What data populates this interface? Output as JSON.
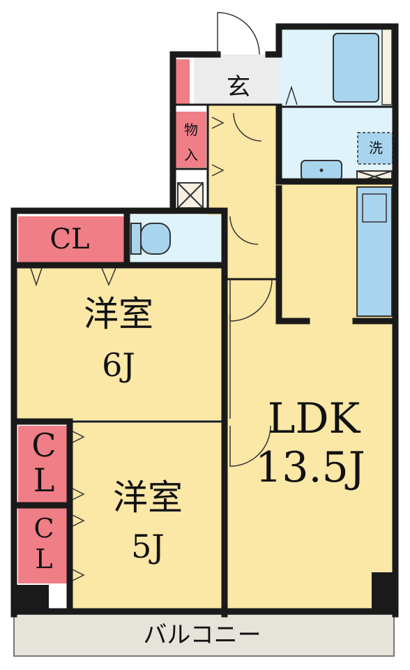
{
  "colors": {
    "room": "#fbe7a6",
    "closet": "#f07e86",
    "wet": "#dff3fb",
    "fixture": "#a9d4ee",
    "balcony": "#e6e3da",
    "wall": "#1a1a1a"
  },
  "labels": {
    "entrance": "玄",
    "storage_1": "物",
    "storage_2": "入",
    "washer": "洗",
    "closet_main": "CL",
    "room_6_name": "洋室",
    "room_6_size": "6J",
    "closet_c1": "C",
    "closet_l1": "L",
    "closet_c2": "C",
    "closet_l2": "L",
    "room_5_name": "洋室",
    "room_5_size": "5J",
    "ldk_name": "LDK",
    "ldk_size": "13.5J",
    "balcony": "バルコニー"
  }
}
